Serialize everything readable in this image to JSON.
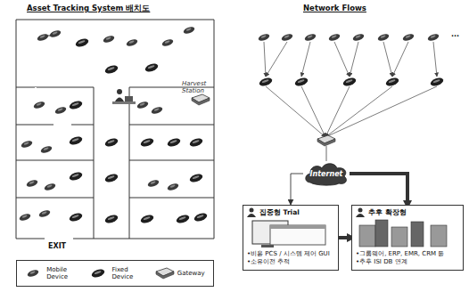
{
  "diagram": {
    "nodes": [
      {
        "text": [
          "Internet"
        ]
      },
      {
        "text": [
          "집중형 Trial",
          "•비용 PCS / 시스템 제어 GUI",
          "•소유이전 추적"
        ]
      },
      {
        "text": [
          "추후 확장형",
          "•그룹웨어, ERP, EMR, CRM 등",
          "•추후 ISI DB 연계"
        ]
      }
    ],
    "edges": [
      {
        "from": 0,
        "to": 1,
        "arrow": "to"
      },
      {
        "from": 0,
        "to": 2,
        "arrow": "to"
      },
      {
        "from": 1,
        "to": 2,
        "arrow": "to"
      }
    ],
    "labels": [
      "Asset Tracking System 배치도",
      "Network Flows",
      "Harvest Station",
      "EXIT",
      "..."
    ],
    "legend": [
      {
        "text": "Mobile Device"
      },
      {
        "text": "Fixed Device"
      },
      {
        "text": "Gateway"
      }
    ]
  }
}
